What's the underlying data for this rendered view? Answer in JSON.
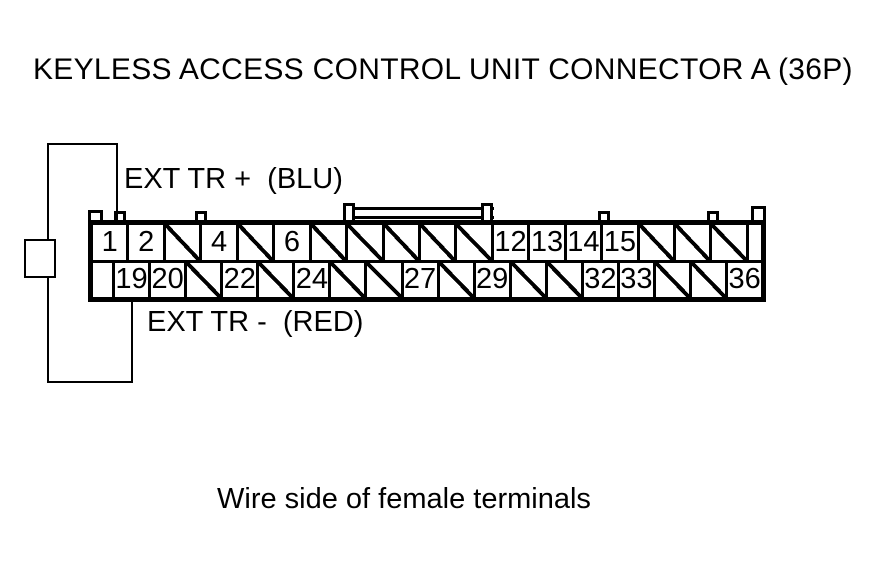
{
  "title": "KEYLESS ACCESS CONTROL UNIT CONNECTOR A (36P)",
  "labels": {
    "wire_plus": "EXT TR +  (BLU)",
    "wire_minus": "EXT TR -  (RED)",
    "caption": "Wire side of female terminals"
  },
  "connector": {
    "pins_total": "36P",
    "top_row": [
      {
        "type": "pin",
        "label": "1"
      },
      {
        "type": "pin",
        "label": "2"
      },
      {
        "type": "slash"
      },
      {
        "type": "pin",
        "label": "4"
      },
      {
        "type": "slash"
      },
      {
        "type": "pin",
        "label": "6"
      },
      {
        "type": "slash"
      },
      {
        "type": "slash"
      },
      {
        "type": "slash"
      },
      {
        "type": "slash"
      },
      {
        "type": "slash"
      },
      {
        "type": "pin",
        "label": "12"
      },
      {
        "type": "pin",
        "label": "13"
      },
      {
        "type": "pin",
        "label": "14"
      },
      {
        "type": "pin",
        "label": "15"
      },
      {
        "type": "slash"
      },
      {
        "type": "slash"
      },
      {
        "type": "slash"
      },
      {
        "type": "filler"
      }
    ],
    "bottom_row": [
      {
        "type": "filler"
      },
      {
        "type": "pin",
        "label": "19"
      },
      {
        "type": "pin",
        "label": "20"
      },
      {
        "type": "slash"
      },
      {
        "type": "pin",
        "label": "22"
      },
      {
        "type": "slash"
      },
      {
        "type": "pin",
        "label": "24"
      },
      {
        "type": "slash"
      },
      {
        "type": "slash"
      },
      {
        "type": "pin",
        "label": "27"
      },
      {
        "type": "slash"
      },
      {
        "type": "pin",
        "label": "29"
      },
      {
        "type": "slash"
      },
      {
        "type": "slash"
      },
      {
        "type": "pin",
        "label": "32"
      },
      {
        "type": "pin",
        "label": "33"
      },
      {
        "type": "slash"
      },
      {
        "type": "slash"
      },
      {
        "type": "pin",
        "label": "36"
      }
    ]
  },
  "colors": {
    "line": "#000000",
    "background": "#ffffff"
  }
}
